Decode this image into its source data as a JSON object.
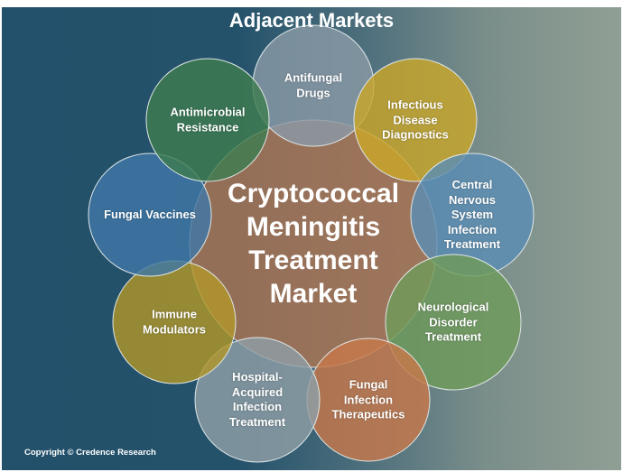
{
  "title": "Adjacent Markets",
  "center": {
    "label": "Cryptococcal Meningitis Treatment Market",
    "lines": [
      "Cryptococcal",
      "Meningitis",
      "Treatment",
      "Market"
    ],
    "color": "#a87455"
  },
  "markets": [
    {
      "label": "Antifungal Drugs",
      "lines": [
        "Antifungal",
        "Drugs"
      ],
      "color": "#8a9aa6"
    },
    {
      "label": "Infectious Disease Diagnostics",
      "lines": [
        "Infectious",
        "Disease",
        "Diagnostics"
      ],
      "color": "#c9a62a"
    },
    {
      "label": "Central Nervous System Infection Treatment",
      "lines": [
        "Central",
        "Nervous",
        "System",
        "Infection",
        "Treatment"
      ],
      "color": "#5b8db5"
    },
    {
      "label": "Neurological Disorder Treatment",
      "lines": [
        "Neurological",
        "Disorder",
        "Treatment"
      ],
      "color": "#6f9b5a"
    },
    {
      "label": "Fungal Infection Therapeutics",
      "lines": [
        "Fungal",
        "Infection",
        "Therapeutics"
      ],
      "color": "#c7784a"
    },
    {
      "label": "Hospital-Acquired Infection Treatment",
      "lines": [
        "Hospital-",
        "Acquired",
        "Infection",
        "Treatment"
      ],
      "color": "#8f9fa6"
    },
    {
      "label": "Immune Modulators",
      "lines": [
        "Immune",
        "Modulators"
      ],
      "color": "#b0962a"
    },
    {
      "label": "Fungal Vaccines",
      "lines": [
        "Fungal Vaccines"
      ],
      "color": "#3f78a6"
    },
    {
      "label": "Antimicrobial Resistance",
      "lines": [
        "Antimicrobial",
        "Resistance"
      ],
      "color": "#3e7d4f"
    }
  ],
  "copyright": "Copyright © Credence Research"
}
